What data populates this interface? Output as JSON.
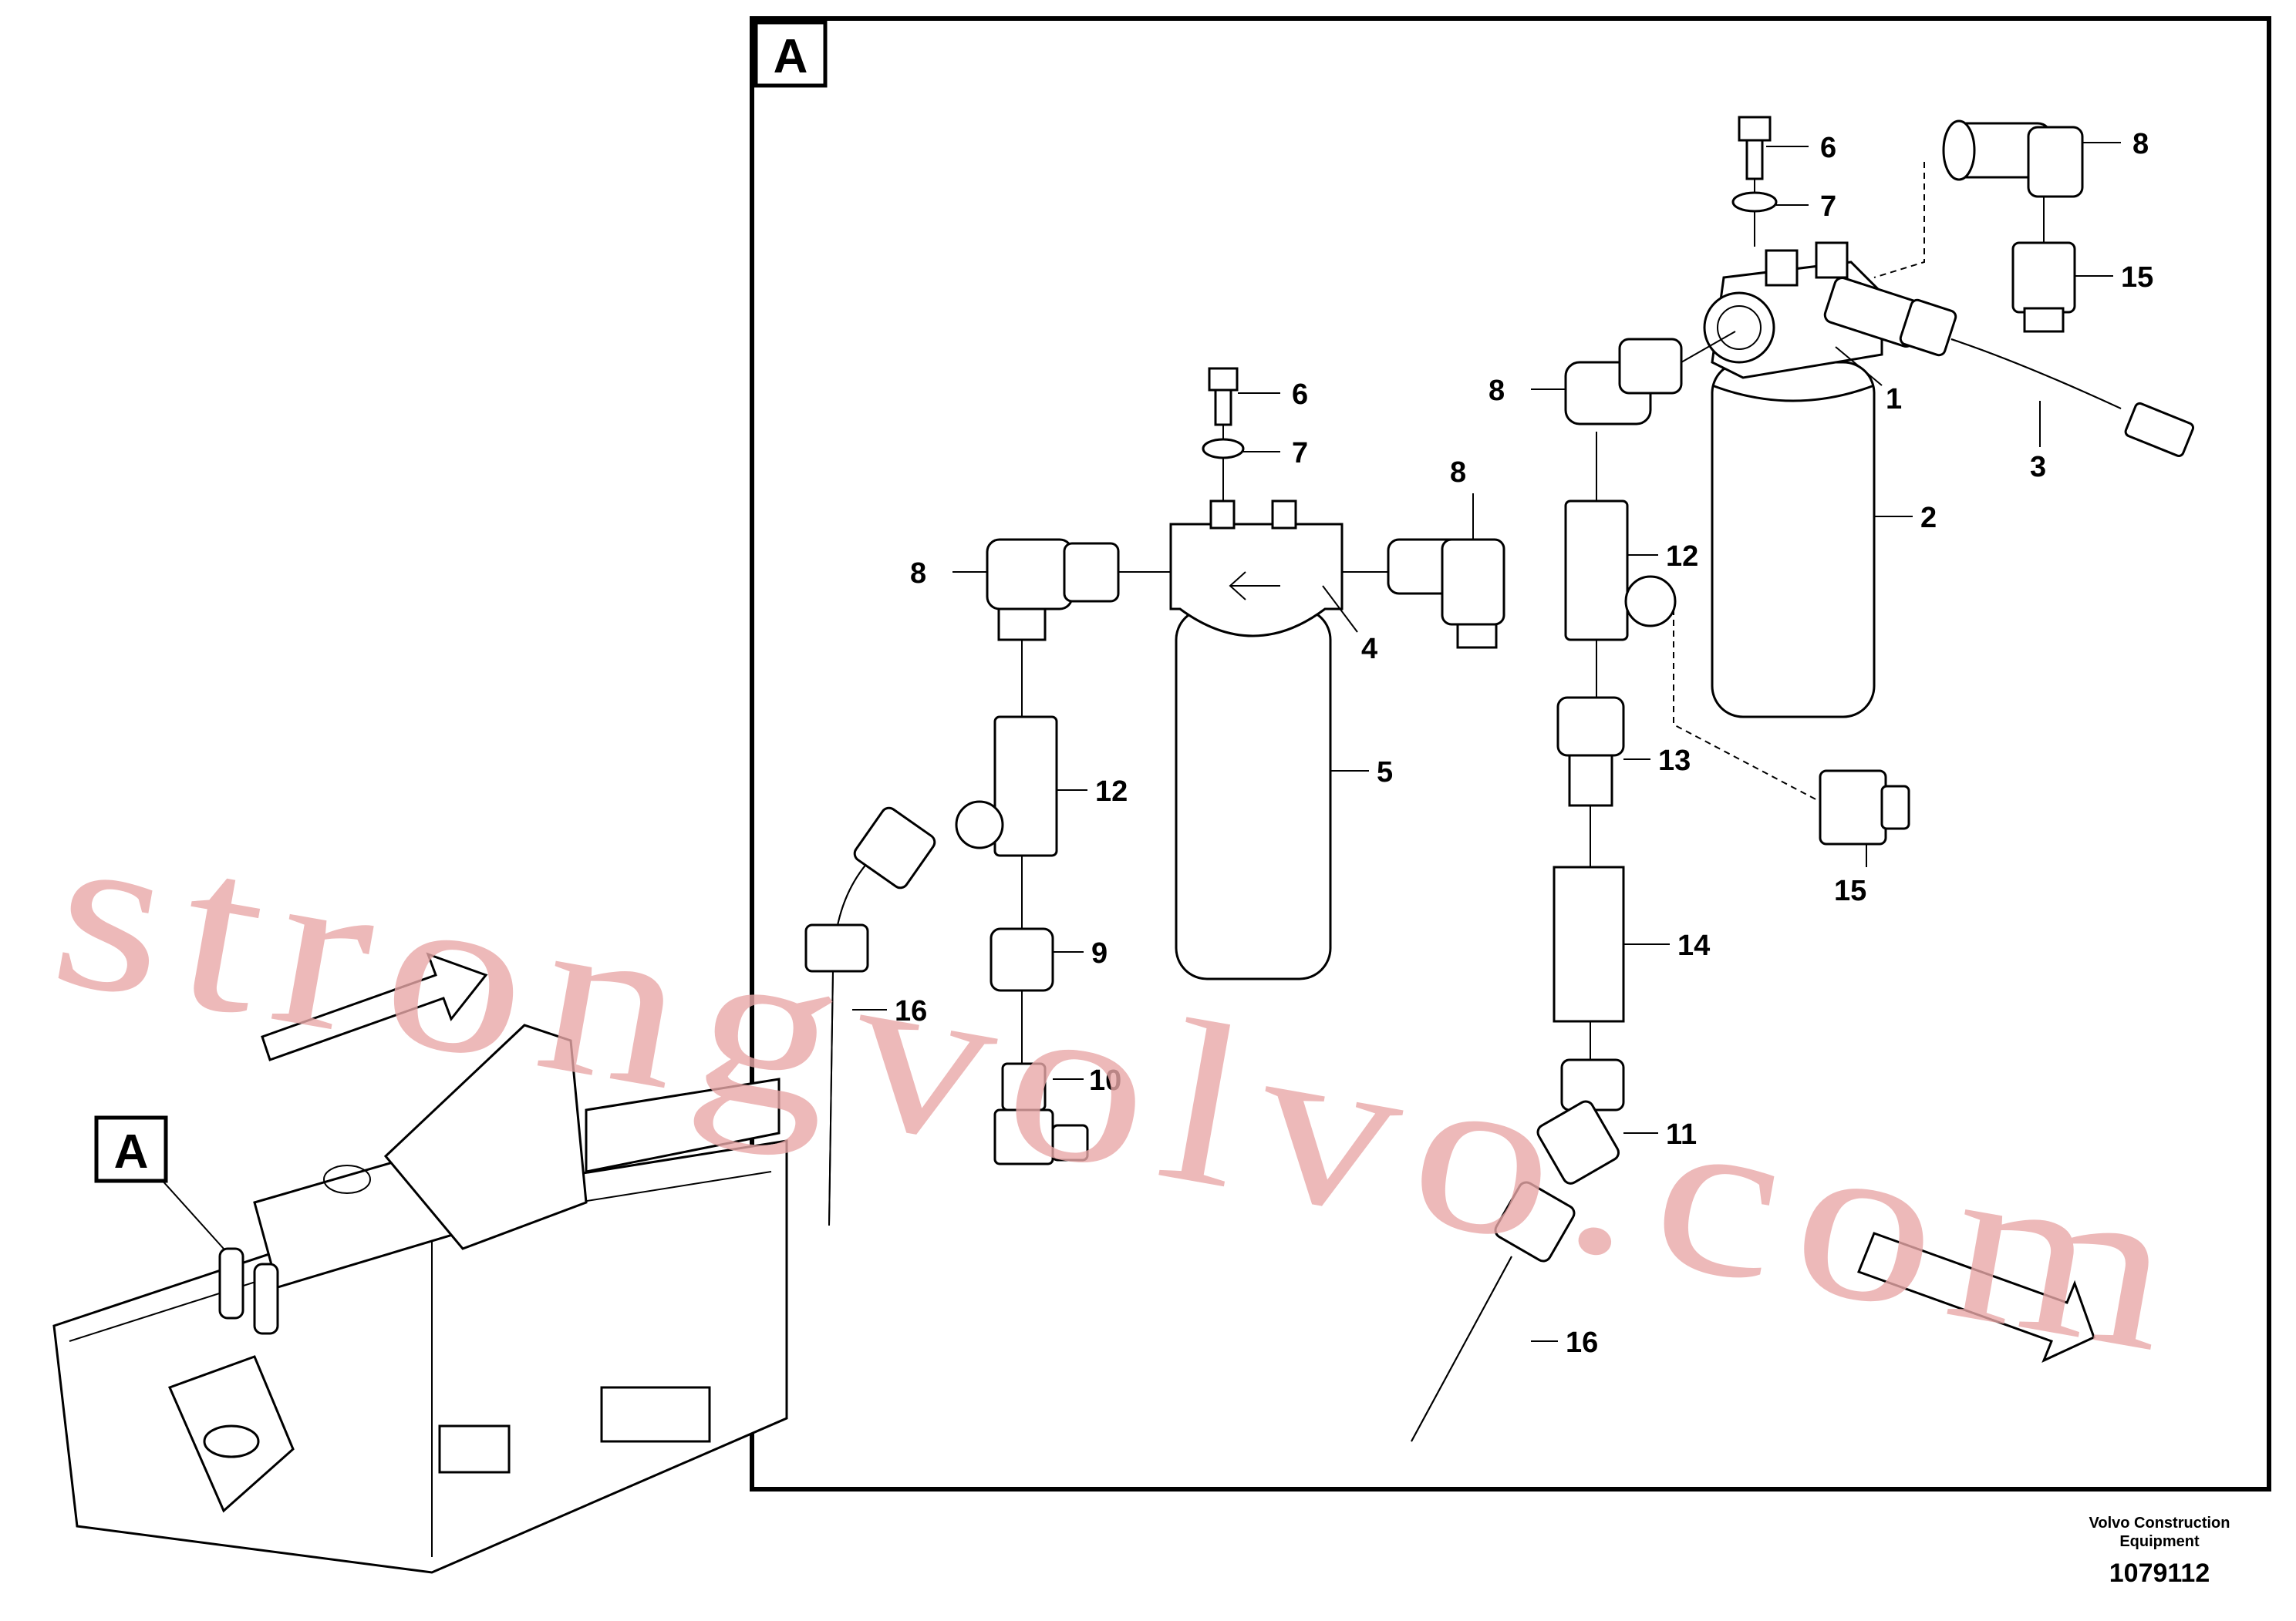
{
  "detail_frame": {
    "letter": "A"
  },
  "overview_frame": {
    "letter": "A"
  },
  "callouts": [
    {
      "key": "c6a",
      "text": "6"
    },
    {
      "key": "c7a",
      "text": "7"
    },
    {
      "key": "c8a",
      "text": "8"
    },
    {
      "key": "c15a",
      "text": "15"
    },
    {
      "key": "c8b",
      "text": "8"
    },
    {
      "key": "c1",
      "text": "1"
    },
    {
      "key": "c3",
      "text": "3"
    },
    {
      "key": "c2",
      "text": "2"
    },
    {
      "key": "c12a",
      "text": "12"
    },
    {
      "key": "c13",
      "text": "13"
    },
    {
      "key": "c15b",
      "text": "15"
    },
    {
      "key": "c14",
      "text": "14"
    },
    {
      "key": "c11",
      "text": "11"
    },
    {
      "key": "c16a",
      "text": "16"
    },
    {
      "key": "c6b",
      "text": "6"
    },
    {
      "key": "c7b",
      "text": "7"
    },
    {
      "key": "c8c",
      "text": "8"
    },
    {
      "key": "c8d",
      "text": "8"
    },
    {
      "key": "c4",
      "text": "4"
    },
    {
      "key": "c5",
      "text": "5"
    },
    {
      "key": "c12b",
      "text": "12"
    },
    {
      "key": "c9",
      "text": "9"
    },
    {
      "key": "c10",
      "text": "10"
    },
    {
      "key": "c16b",
      "text": "16"
    }
  ],
  "watermark": "strongvolvo.com",
  "credit": {
    "line1": "Volvo Construction",
    "line2": "Equipment"
  },
  "document_number": "1079112"
}
